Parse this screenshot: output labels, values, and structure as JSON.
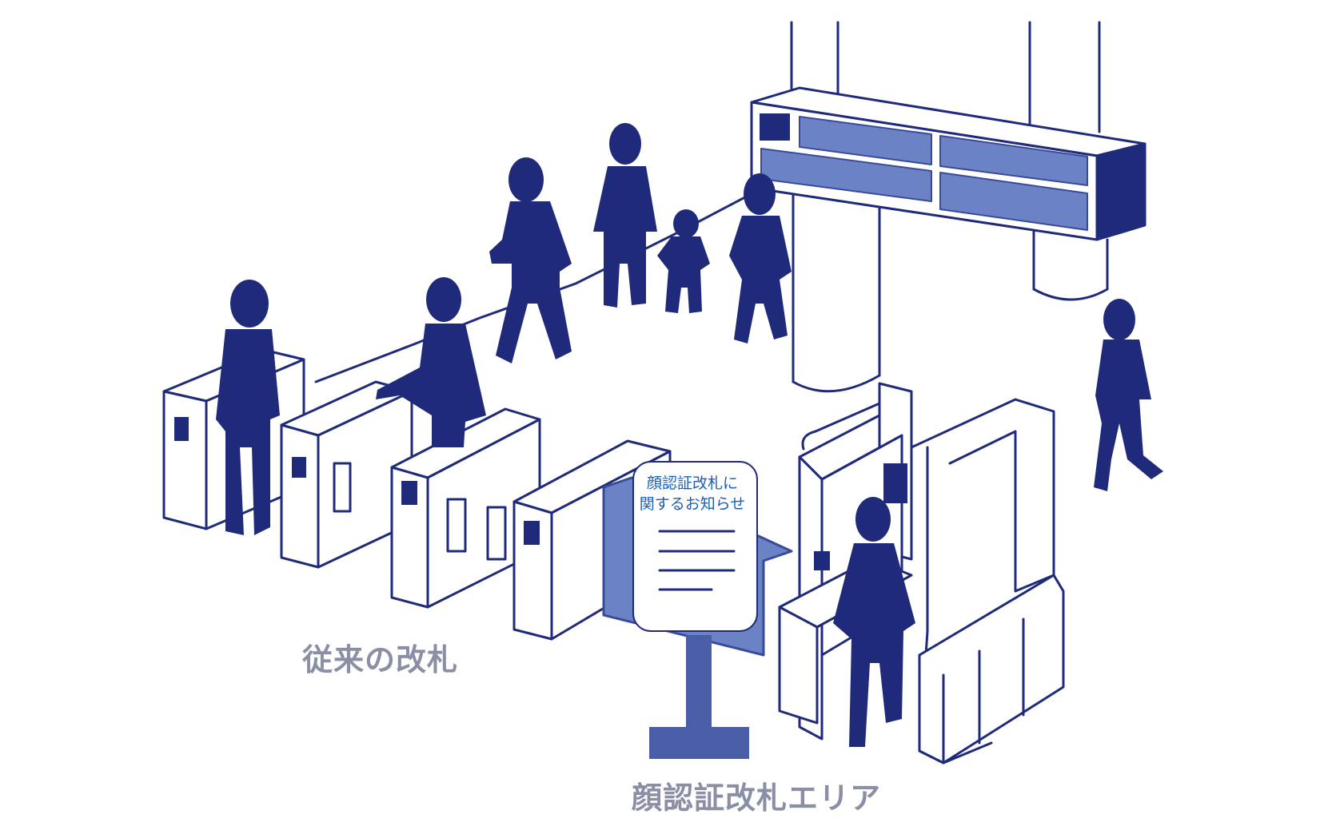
{
  "labels": {
    "conventional_gates": "従来の改札",
    "face_gate_area": "顔認証改札エリア"
  },
  "notice_board": {
    "line1": "顔認証改札に",
    "line2": "関するお知らせ"
  },
  "colors": {
    "silhouette": "#1f2b7a",
    "outline": "#1f2b7a",
    "panel_fill": "#6b82c4",
    "stand": "#4a5ea8",
    "notice_text": "#1a5fb8",
    "label_text": "#8a8fa6"
  }
}
